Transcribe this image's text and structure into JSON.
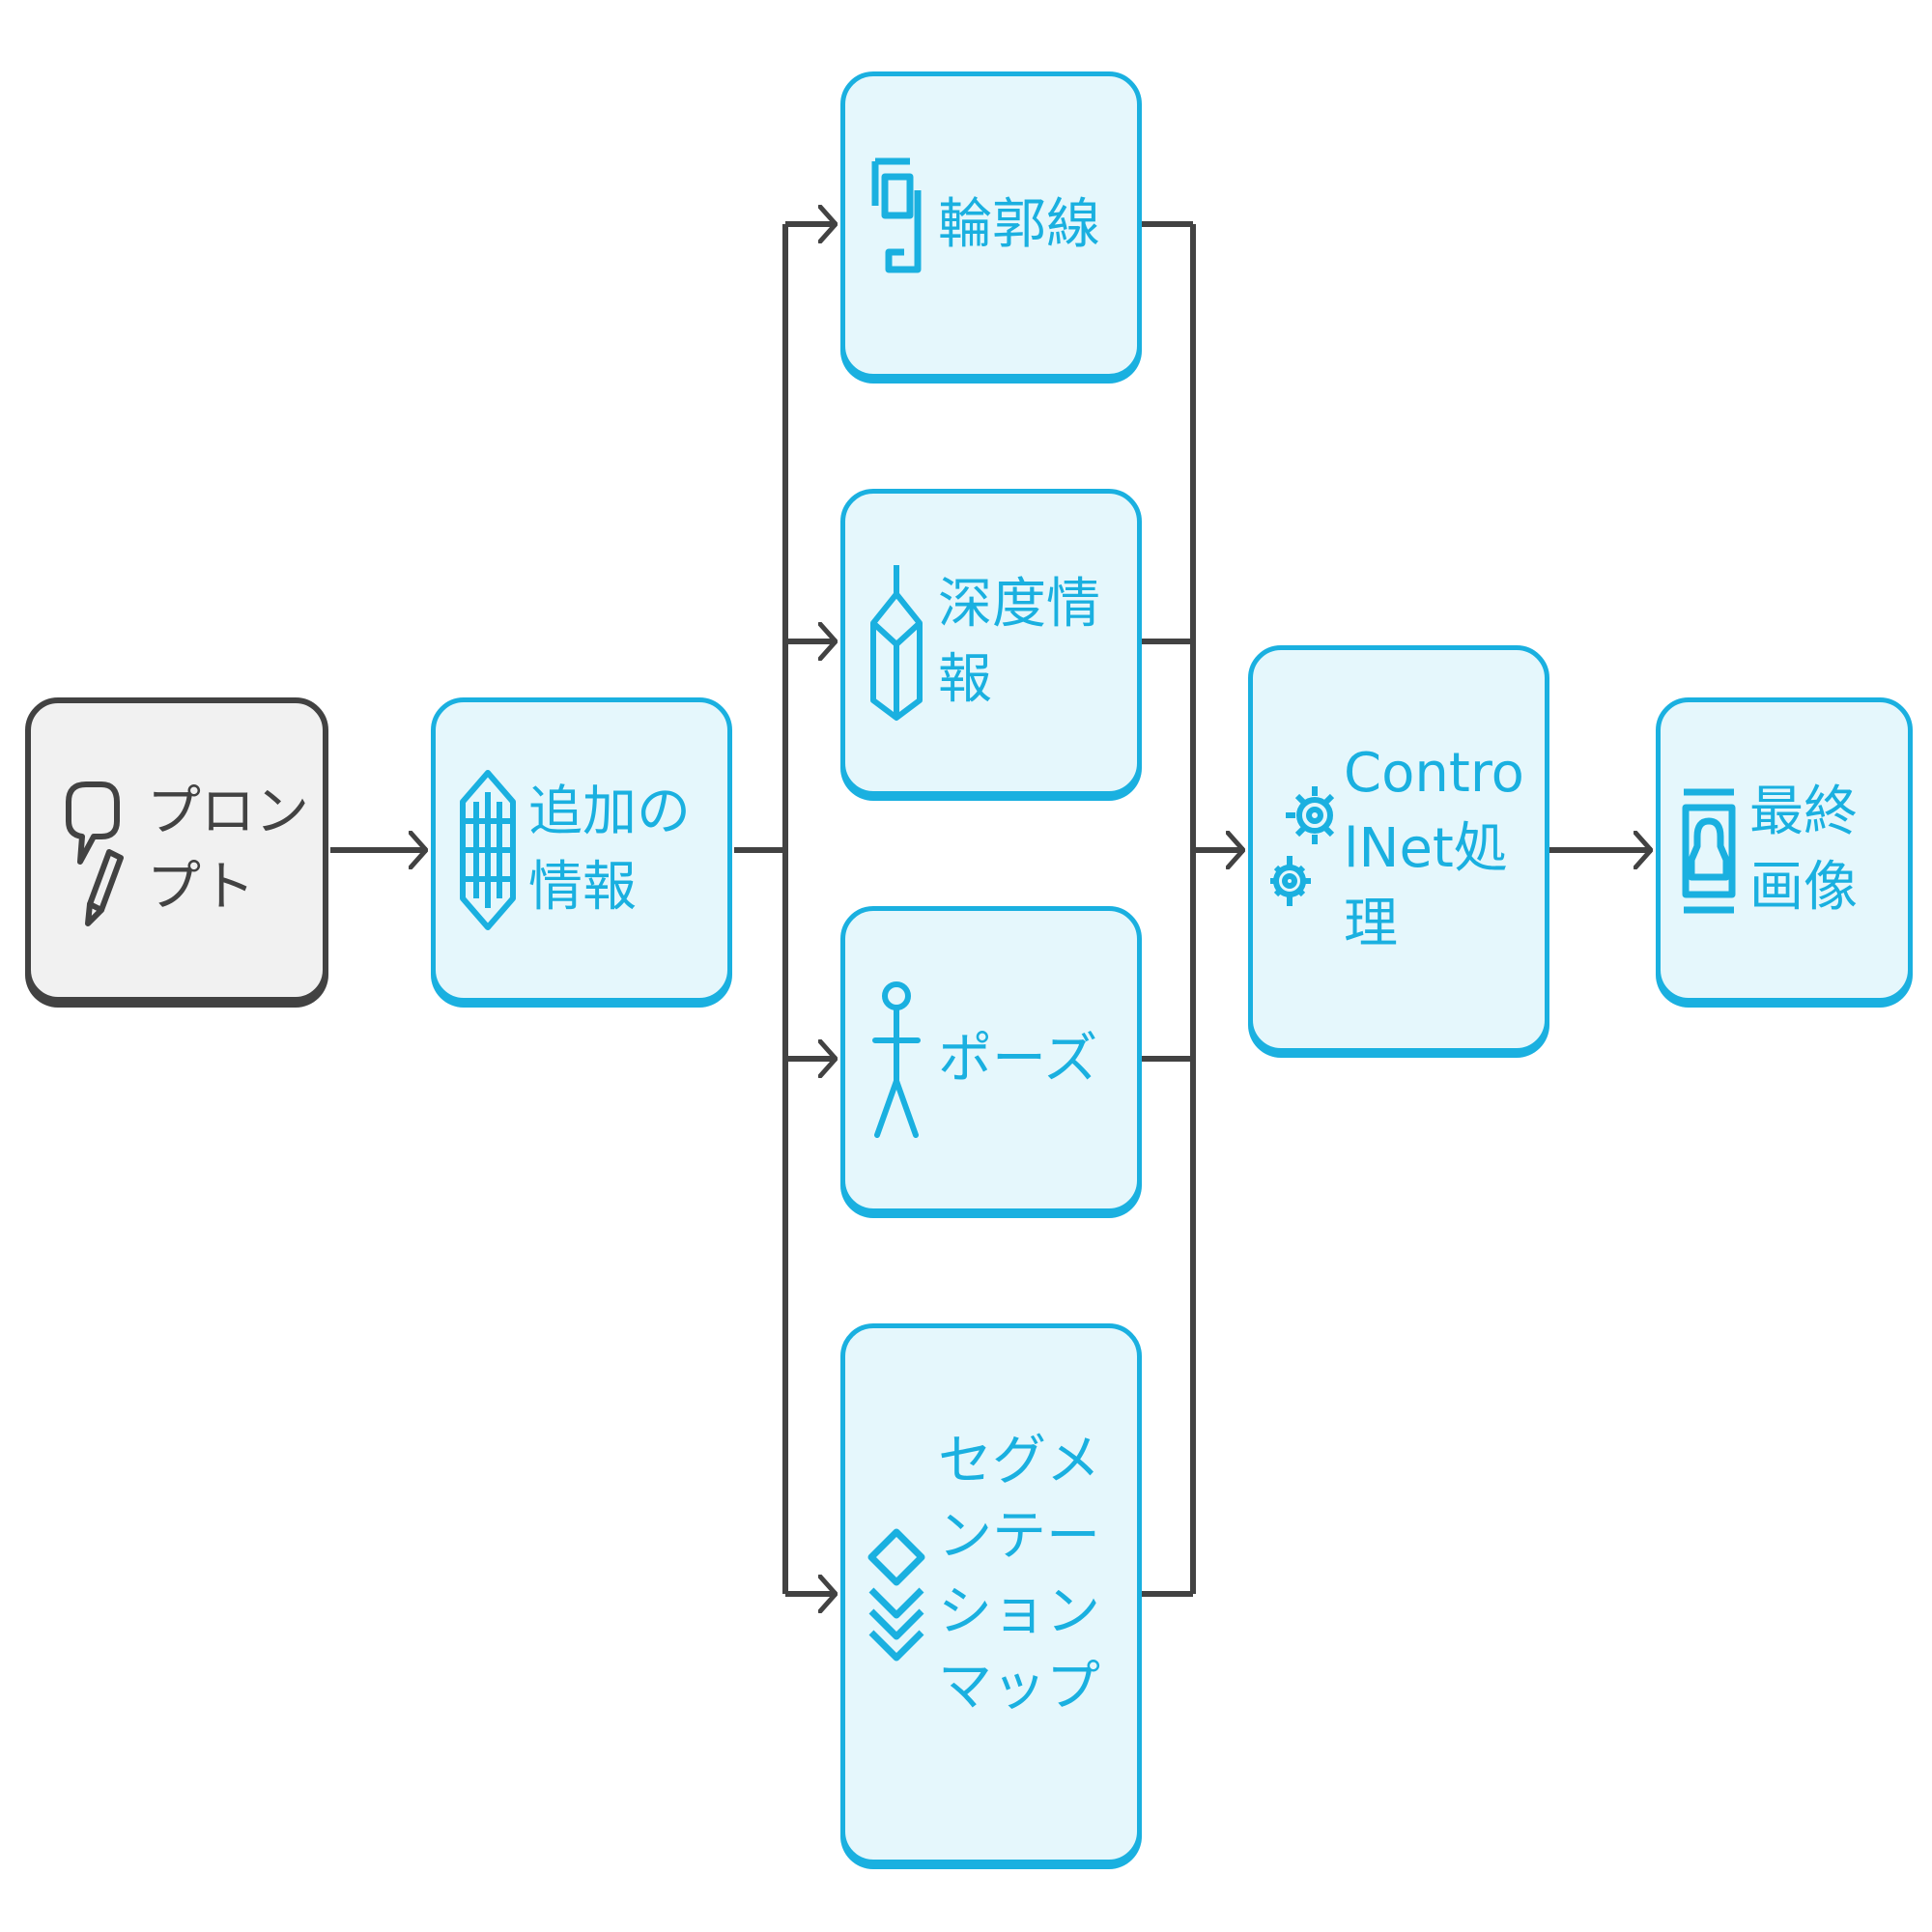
{
  "colors": {
    "accent": "#1ab0e0",
    "accent_fill": "#e5f7fc",
    "neutral": "#424242",
    "neutral_fill": "#f1f1f1",
    "edge": "#424242"
  },
  "nodes": {
    "prompt": {
      "label": "プロンプト",
      "icon": "speech-bubble-pencil-icon"
    },
    "additional_info": {
      "label": "追加の情報",
      "icon": "stacked-layers-icon"
    },
    "contour": {
      "label": "輪郭線",
      "icon": "outline-frame-icon"
    },
    "depth": {
      "label": "深度情報",
      "icon": "depth-cube-icon"
    },
    "pose": {
      "label": "ポーズ",
      "icon": "stick-figure-icon"
    },
    "segmentation": {
      "label": "セグメンテーションマップ",
      "icon": "layers-stack-icon"
    },
    "controlnet": {
      "label": "ControlNet処理",
      "icon": "gears-icon"
    },
    "final_image": {
      "label": "最終画像",
      "icon": "image-frame-icon"
    }
  }
}
